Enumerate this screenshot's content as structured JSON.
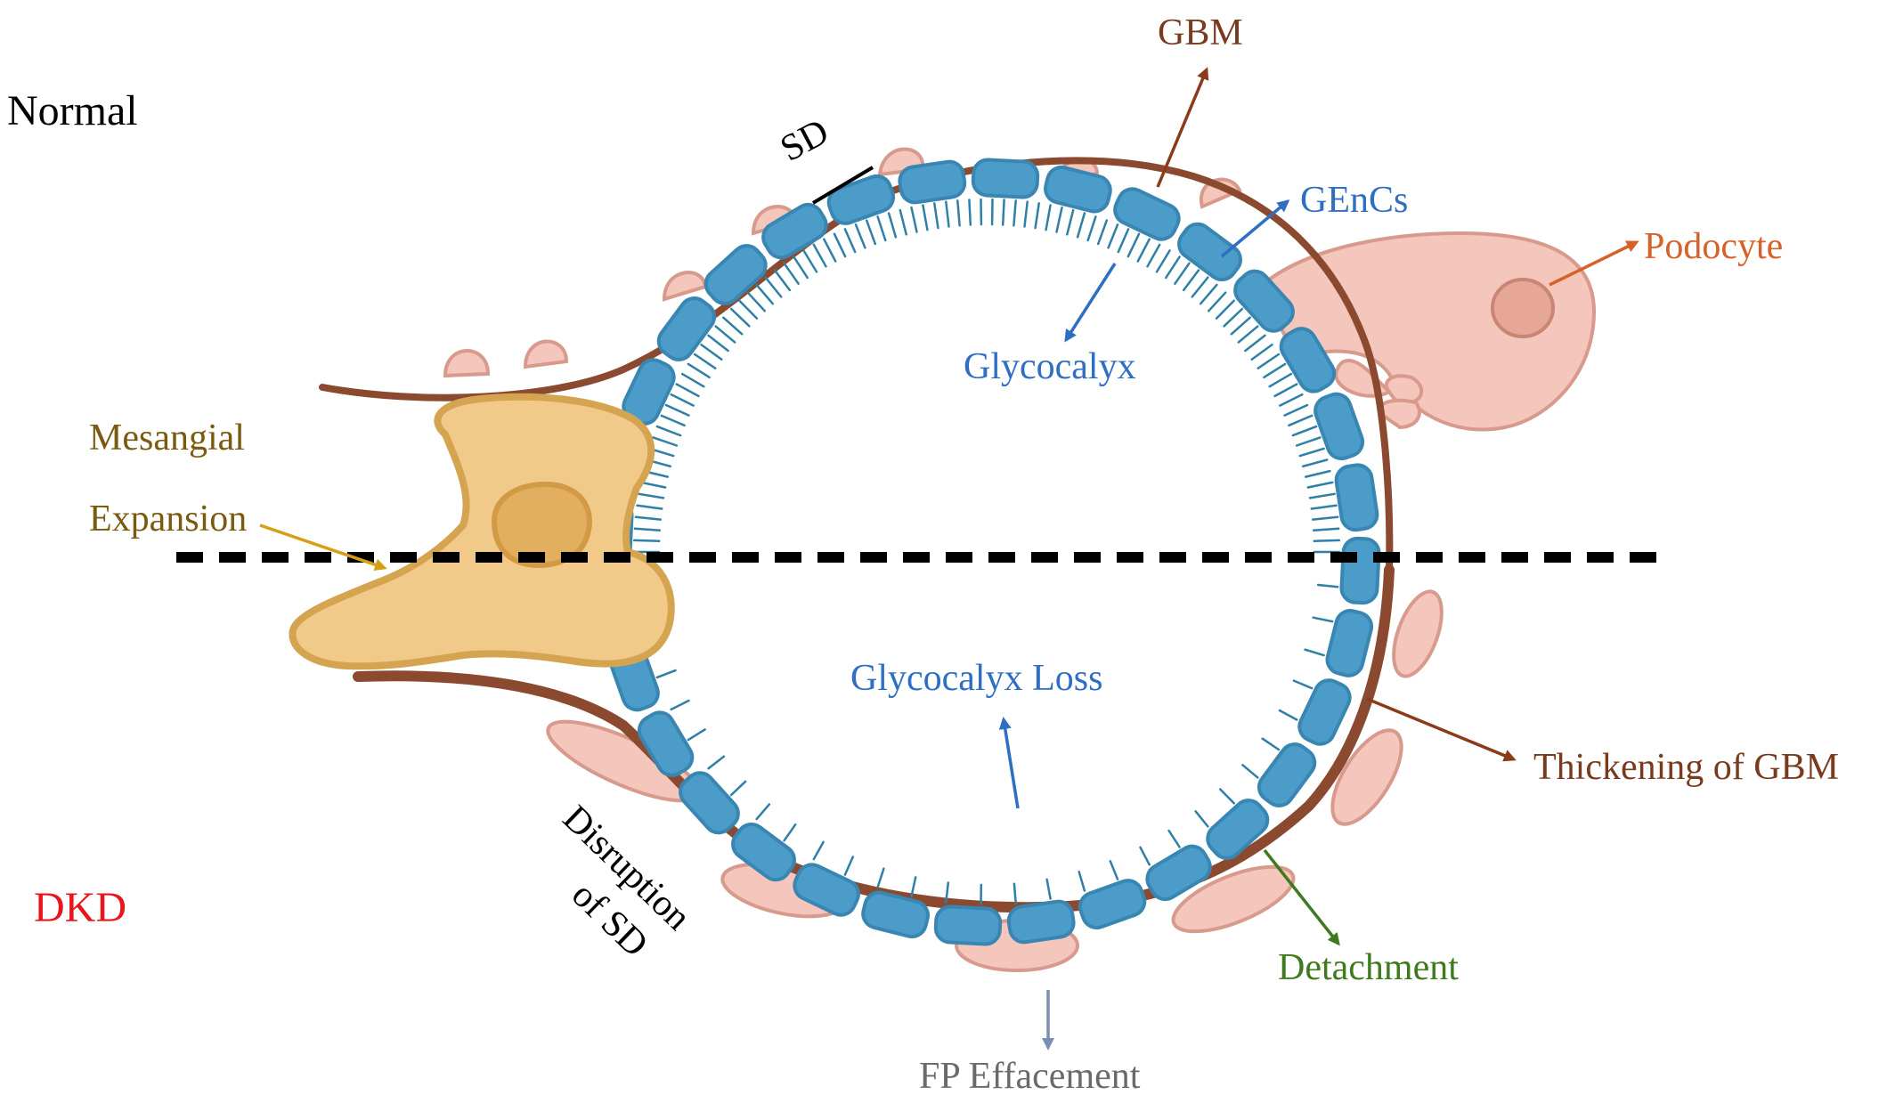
{
  "labels": {
    "normal": "Normal",
    "dkd": "DKD",
    "gbm": "GBM",
    "sd": "SD",
    "gencs": "GEnCs",
    "podocyte": "Podocyte",
    "glycocalyx": "Glycocalyx",
    "mesangial_line1": "Mesangial",
    "mesangial_line2": "Expansion",
    "glycocalyx_loss": "Glycocalyx Loss",
    "thickening_gbm": "Thickening of GBM",
    "disruption_line1": "Disruption",
    "disruption_line2": "of SD",
    "detachment": "Detachment",
    "fp_effacement": "FP Effacement"
  },
  "colors": {
    "gbm": "#8B4A2F",
    "endothelial_fill": "#4B9CC8",
    "endothelial_stroke": "#3A86B2",
    "glycocalyx": "#2F7FA6",
    "podocyte_fill": "#F5C6BC",
    "podocyte_stroke": "#D79A8C",
    "mesangial_fill": "#F1C989",
    "mesangial_stroke": "#D4A450",
    "mesangial_nucleus": "#E2AE60",
    "dkd_red": "#E8161C",
    "label_brown": "#7A3A1E",
    "label_orange": "#D8612A",
    "label_blue": "#2E6FC4",
    "label_olive": "#7A5A0F",
    "label_green": "#3E7A1E",
    "label_gray": "#6A6A6A",
    "arrow_gray": "#7C8FB0"
  }
}
